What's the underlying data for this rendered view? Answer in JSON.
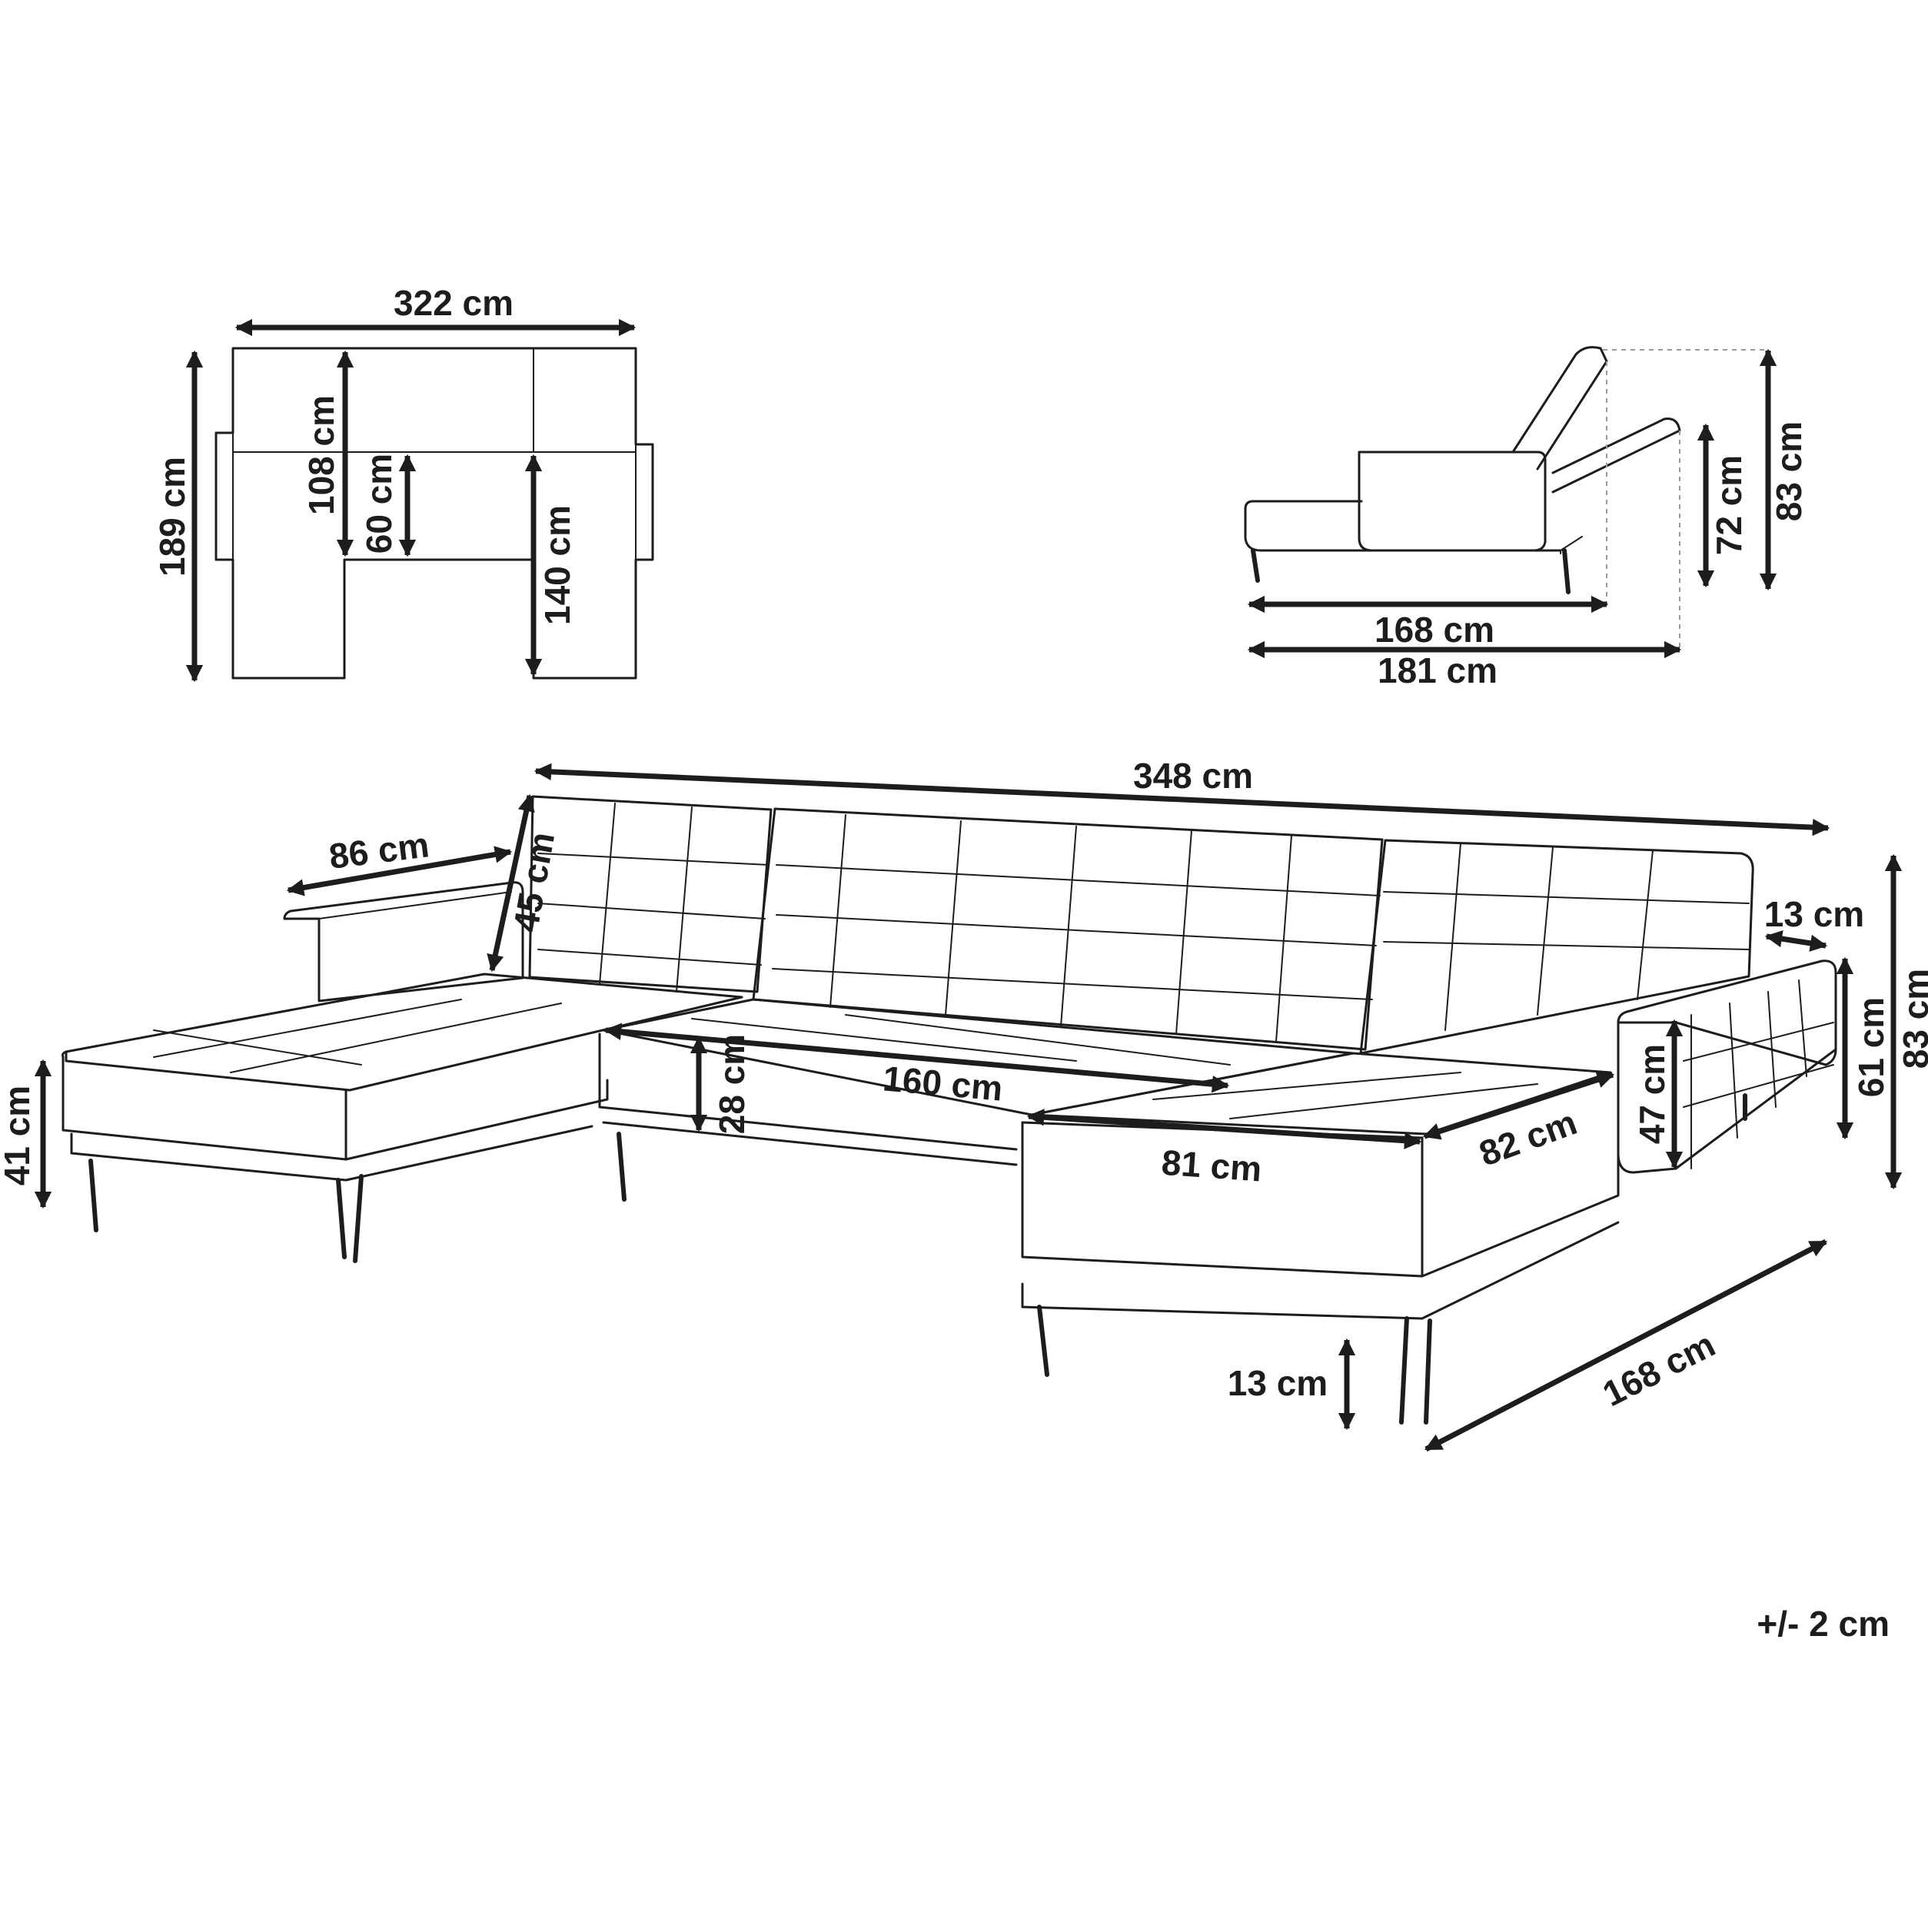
{
  "top_view": {
    "width": "322 cm",
    "depth": "189 cm",
    "inner_depth": "108 cm",
    "center_depth": "60 cm",
    "chaise_length": "140 cm"
  },
  "side_view": {
    "seat_length": "168 cm",
    "total_length": "181 cm",
    "back_height_reclined": "72 cm",
    "back_height": "83 cm"
  },
  "perspective_view": {
    "total_width": "348 cm",
    "armrest_width": "86 cm",
    "back_height": "45 cm",
    "armrest_thickness": "13 cm",
    "total_height": "83 cm",
    "seat_width": "160 cm",
    "seat_thickness": "28 cm",
    "seat_height": "41 cm",
    "chaise_width": "81 cm",
    "chaise_depth_inner": "82 cm",
    "arm_height_inner": "47 cm",
    "arm_height": "61 cm",
    "leg_height": "13 cm",
    "chaise_depth": "168 cm"
  },
  "tolerance": "+/- 2 cm"
}
